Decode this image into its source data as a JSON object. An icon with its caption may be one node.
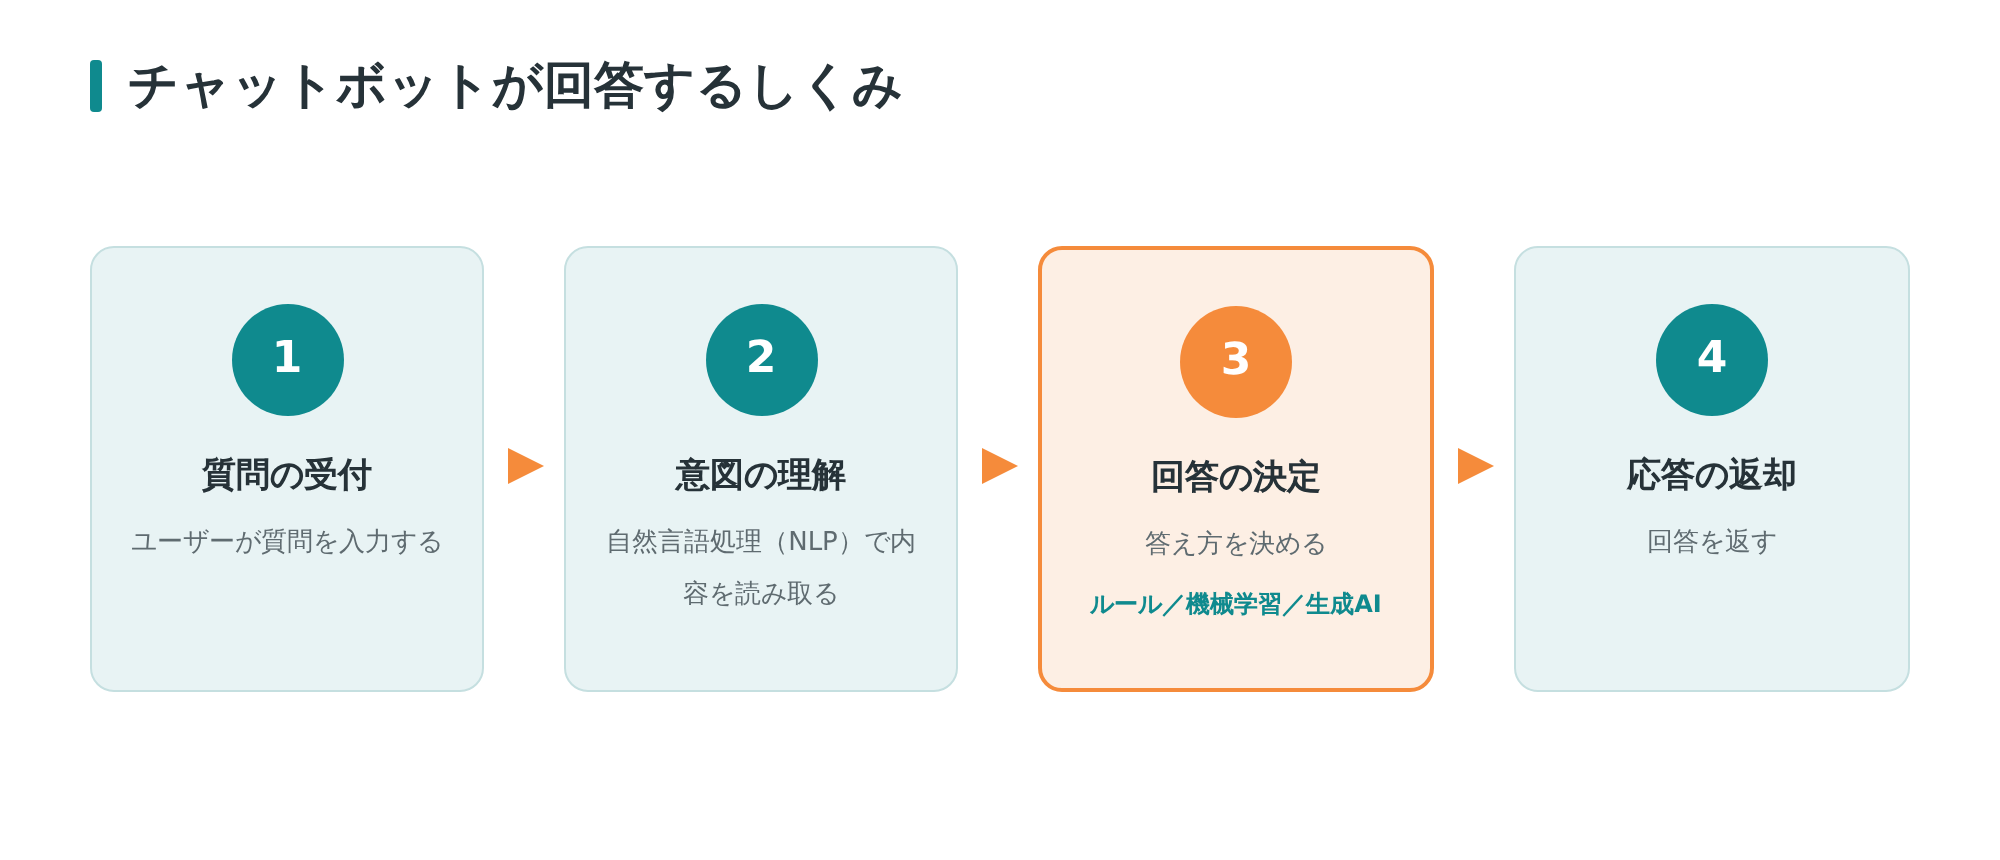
{
  "diagram": {
    "title": "チャットボットが回答するしくみ",
    "nodes": [
      {
        "text": [
          "1",
          "質問の受付",
          "ユーザーが質問を入力する"
        ]
      },
      {
        "text": [
          "2",
          "意図の理解",
          "自然言語処理（NLP）で内容を読み取る"
        ]
      },
      {
        "text": [
          "3",
          "回答の決定",
          "答え方を決める",
          "ルール／機械学習／生成AI"
        ]
      },
      {
        "text": [
          "4",
          "応答の返却",
          "回答を返す"
        ]
      }
    ],
    "edges": [
      {
        "from": 0,
        "to": 1,
        "arrow": "to"
      },
      {
        "from": 1,
        "to": 2,
        "arrow": "to"
      },
      {
        "from": 2,
        "to": 3,
        "arrow": "to"
      }
    ]
  }
}
